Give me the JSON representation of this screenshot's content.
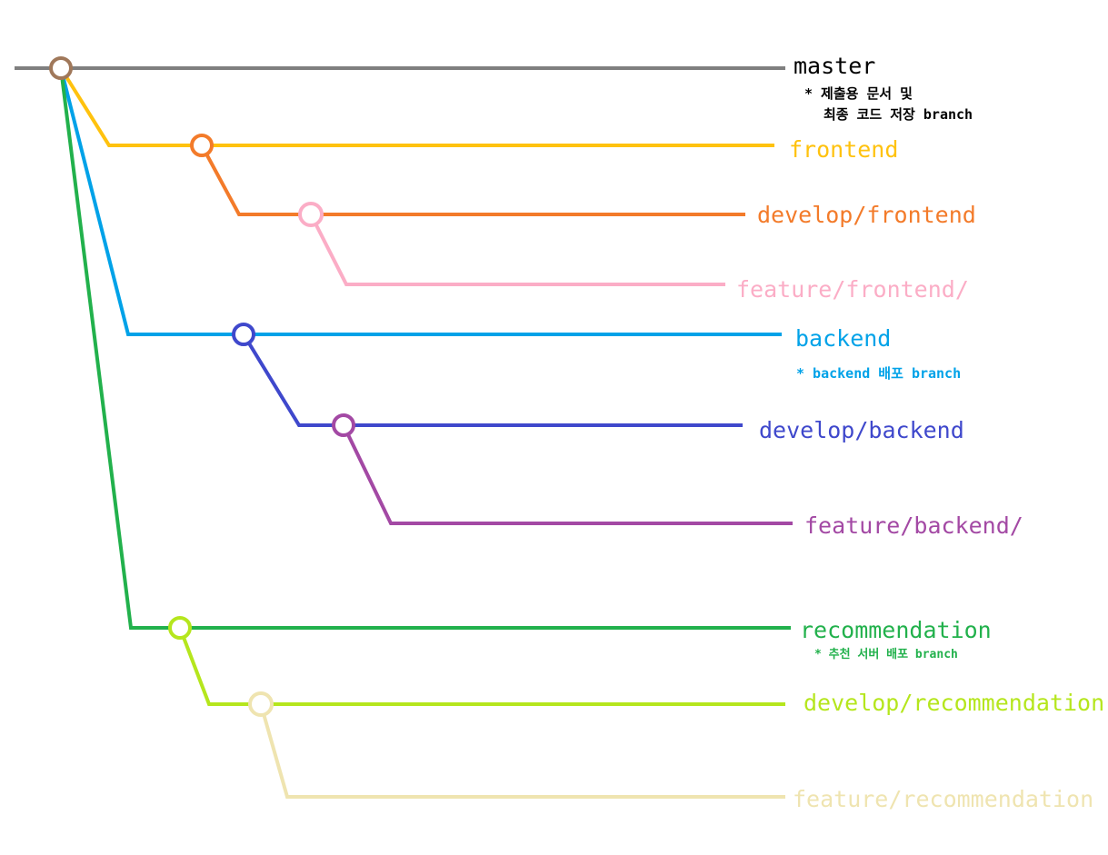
{
  "branches": {
    "master": {
      "label": "master",
      "note_line1": "* 제출용 문서 및",
      "note_line2": "최종 코드 저장 branch",
      "color": "#7f7f7f",
      "label_color": "#000000",
      "note_color": "#000000",
      "commit_color": "#a0785a"
    },
    "frontend": {
      "label": "frontend",
      "color": "#ffc20e",
      "commit_color": "#f37b2a"
    },
    "develop_frontend": {
      "label": "develop/frontend",
      "color": "#f37b2a",
      "commit_color": "#fbadc6"
    },
    "feature_frontend": {
      "label": "feature/frontend/",
      "color": "#fbadc6"
    },
    "backend": {
      "label": "backend",
      "note": "* backend 배포 branch",
      "color": "#00a2e8",
      "commit_color": "#3f48cc"
    },
    "develop_backend": {
      "label": "develop/backend",
      "color": "#3f48cc",
      "commit_color": "#a349a4"
    },
    "feature_backend": {
      "label": "feature/backend/",
      "color": "#a349a4"
    },
    "recommendation": {
      "label": "recommendation",
      "note": "* 추천 서버 배포 branch",
      "color": "#22b14c",
      "commit_color": "#b5e61d"
    },
    "develop_recommendation": {
      "label": "develop/recommendation",
      "color": "#b5e61d",
      "commit_color": "#efe4b0"
    },
    "feature_recommendation": {
      "label": "feature/recommendation",
      "color": "#efe4b0"
    }
  }
}
